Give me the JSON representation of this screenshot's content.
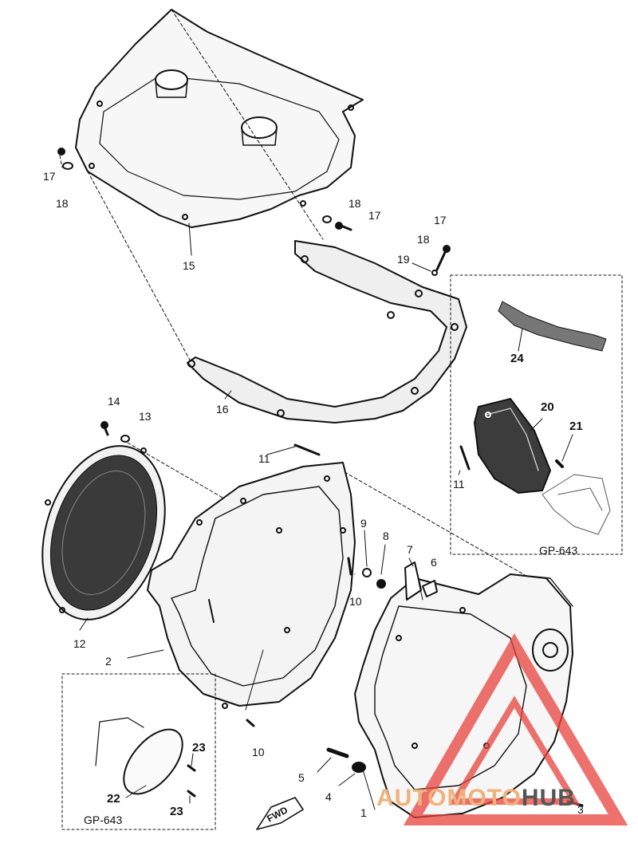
{
  "labels": {
    "p1": "1",
    "p2": "2",
    "p3": "3",
    "p4": "4",
    "p5": "5",
    "p6": "6",
    "p7": "7",
    "p8": "8",
    "p9": "9",
    "p10a": "10",
    "p10b": "10",
    "p11a": "11",
    "p11b": "11",
    "p12": "12",
    "p13": "13",
    "p14": "14",
    "p15": "15",
    "p16": "16",
    "p17a": "17",
    "p17b": "17",
    "p17c": "17",
    "p18a": "18",
    "p18b": "18",
    "p18c": "18",
    "p19": "19",
    "p20": "20",
    "p21": "21",
    "p22": "22",
    "p23a": "23",
    "p23b": "23",
    "p24": "24"
  },
  "boxes": {
    "right_caption": "GP-643",
    "left_caption": "GP-643"
  },
  "stamp": {
    "fwd": "FWD"
  },
  "watermark": {
    "part1": "AUTOMOTO",
    "part2": "HUB",
    "triangle_color": "#e8423c"
  }
}
